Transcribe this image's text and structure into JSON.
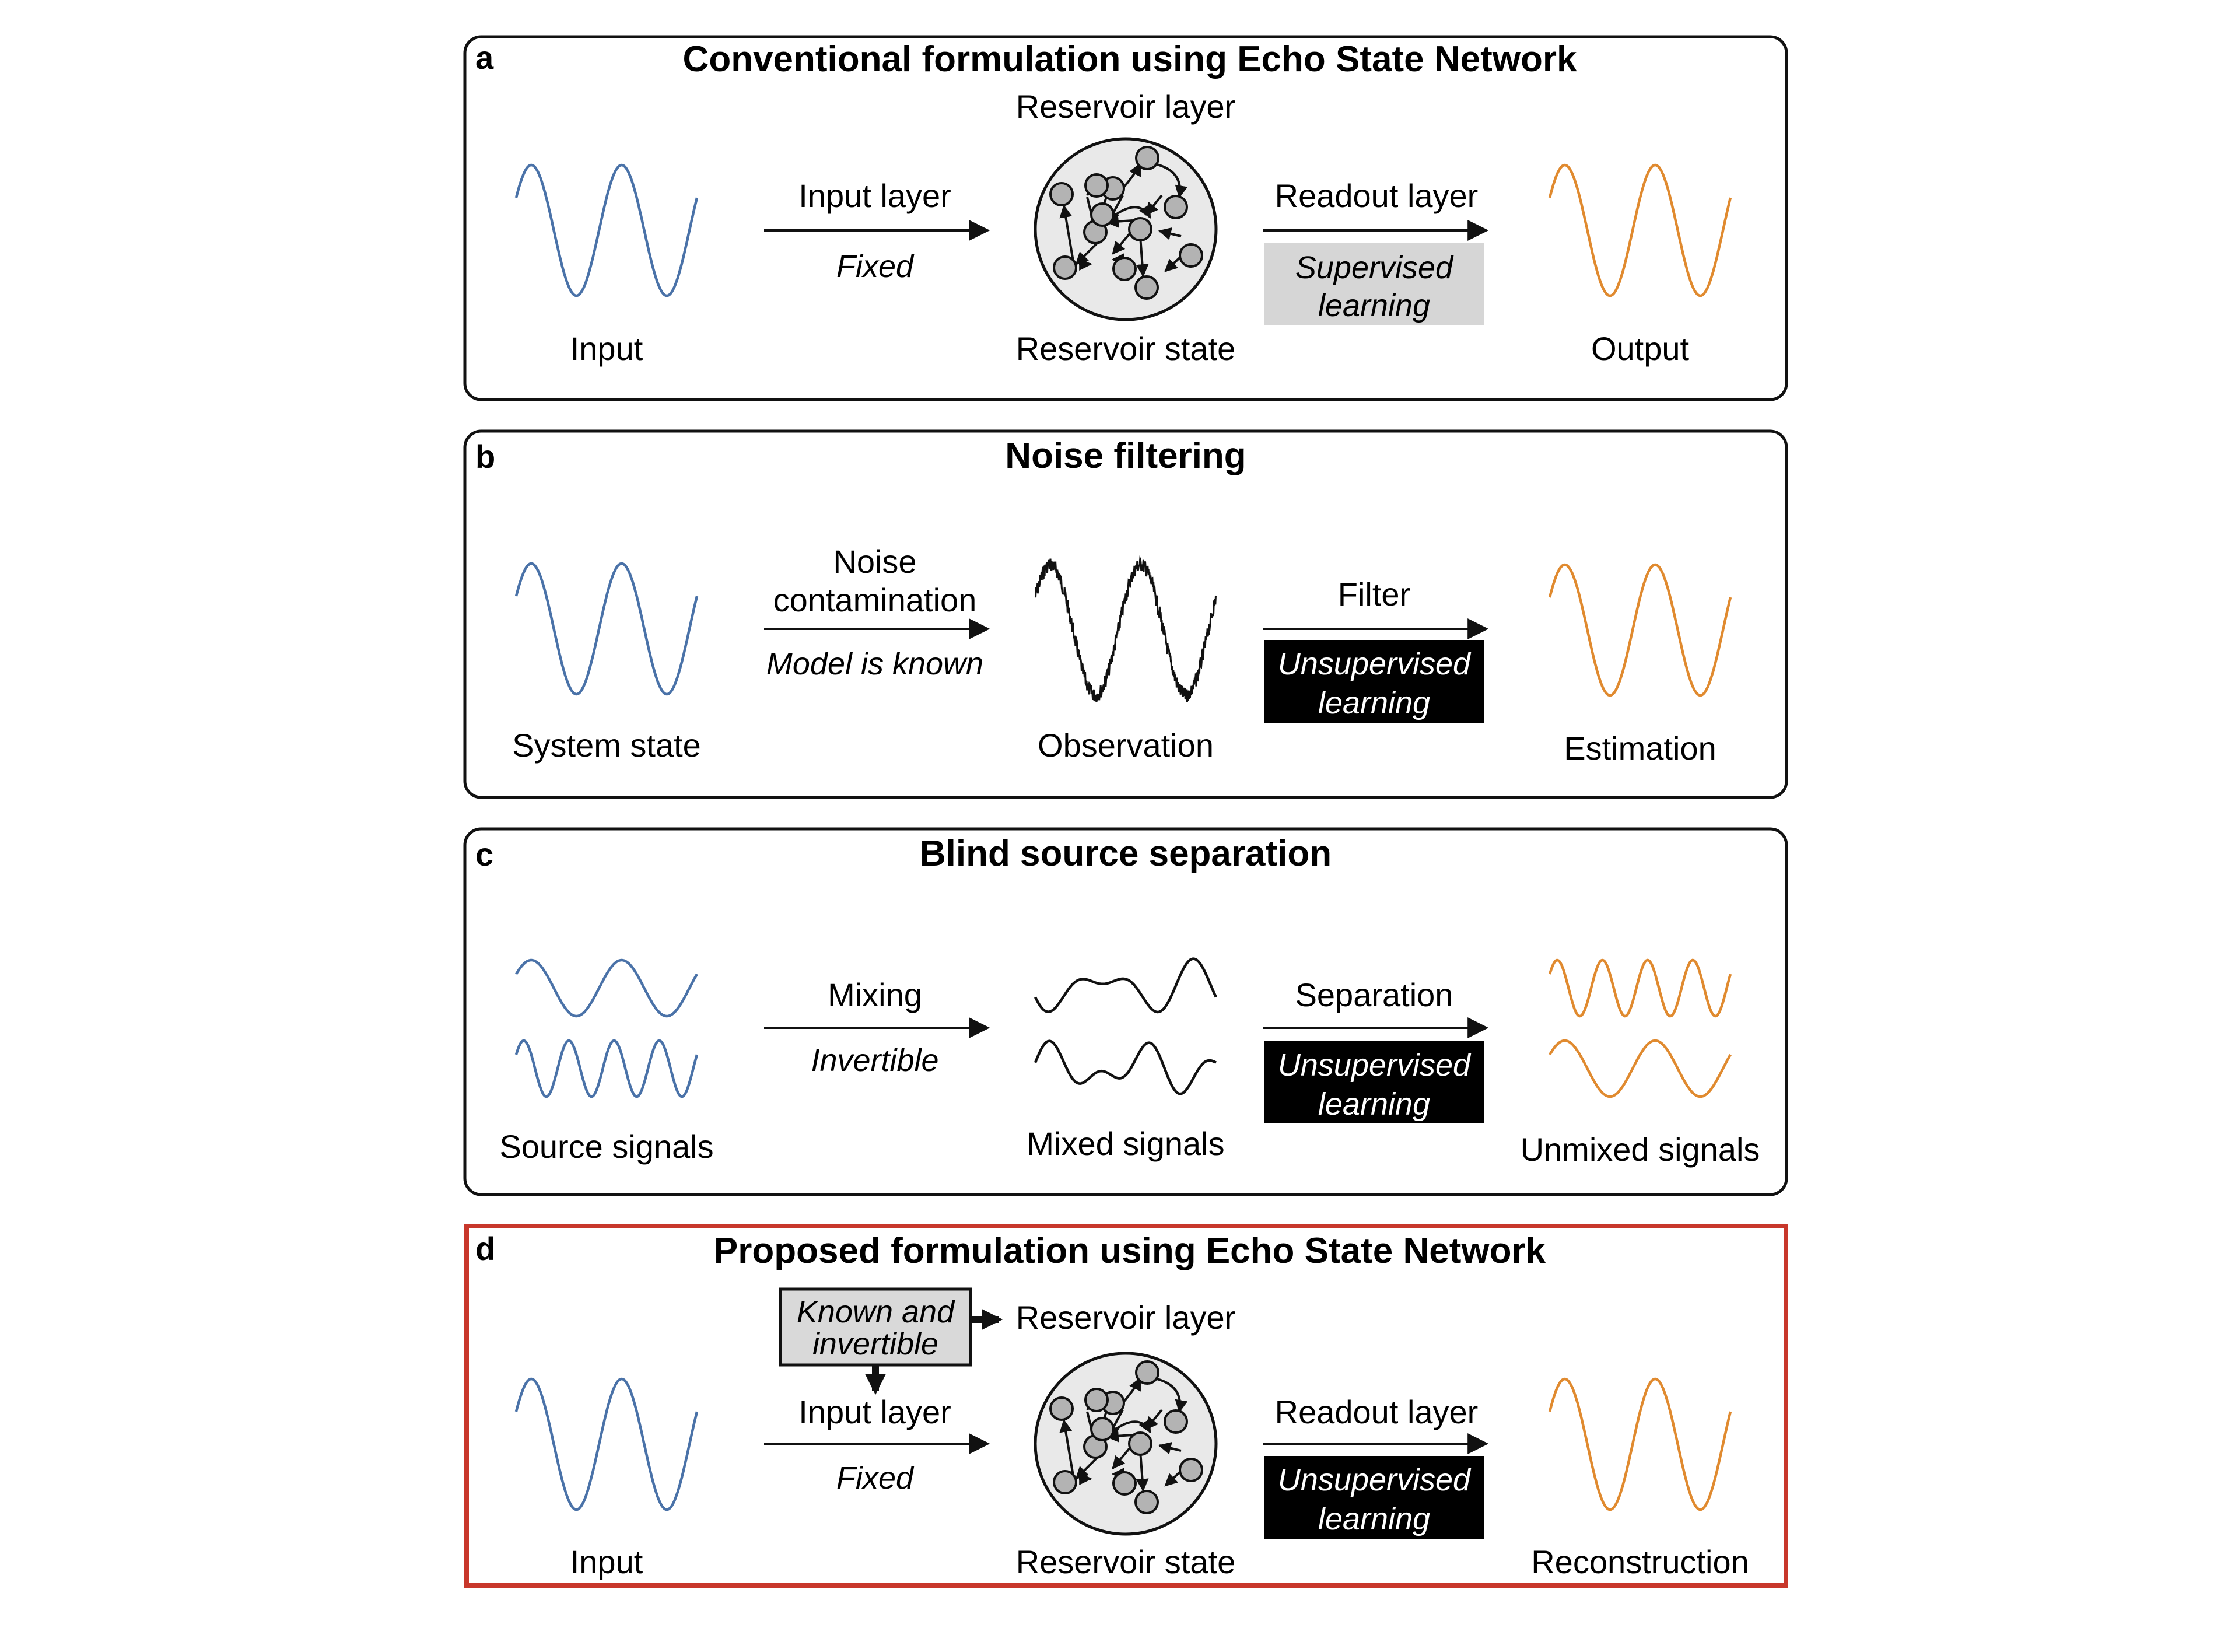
{
  "colors": {
    "input_wave": "#4a72a8",
    "output_wave": "#e08a2f",
    "noise_wave": "#111111",
    "panel_border": "#111111",
    "panel_d_border": "#c8372b",
    "supervised_box": "#d6d6d6",
    "unsupervised_box": "#000000",
    "known_box": "#d9d9d9",
    "node_fill": "#b3b3b3"
  },
  "panels": {
    "a": {
      "letter": "a",
      "title": "Conventional formulation using Echo State Network",
      "reservoir_top": "Reservoir layer",
      "input_label": "Input",
      "arrow1_top": "Input layer",
      "arrow1_bottom": "Fixed",
      "middle_label": "Reservoir state",
      "arrow2_top": "Readout layer",
      "learning_line1": "Supervised",
      "learning_line2": "learning",
      "output_label": "Output"
    },
    "b": {
      "letter": "b",
      "title": "Noise filtering",
      "input_label": "System state",
      "arrow1_top_line1": "Noise",
      "arrow1_top_line2": "contamination",
      "arrow1_bottom": "Model is known",
      "middle_label": "Observation",
      "arrow2_top": "Filter",
      "learning_line1": "Unsupervised",
      "learning_line2": "learning",
      "output_label": "Estimation"
    },
    "c": {
      "letter": "c",
      "title": "Blind source separation",
      "input_label": "Source signals",
      "arrow1_top": "Mixing",
      "arrow1_bottom": "Invertible",
      "middle_label": "Mixed signals",
      "arrow2_top": "Separation",
      "learning_line1": "Unsupervised",
      "learning_line2": "learning",
      "output_label": "Unmixed signals"
    },
    "d": {
      "letter": "d",
      "title": "Proposed formulation using Echo State Network",
      "known_line1": "Known and",
      "known_line2": "invertible",
      "reservoir_top": "Reservoir layer",
      "input_label": "Input",
      "arrow1_top": "Input layer",
      "arrow1_bottom": "Fixed",
      "middle_label": "Reservoir state",
      "arrow2_top": "Readout layer",
      "learning_line1": "Unsupervised",
      "learning_line2": "learning",
      "output_label": "Reconstruction"
    }
  }
}
